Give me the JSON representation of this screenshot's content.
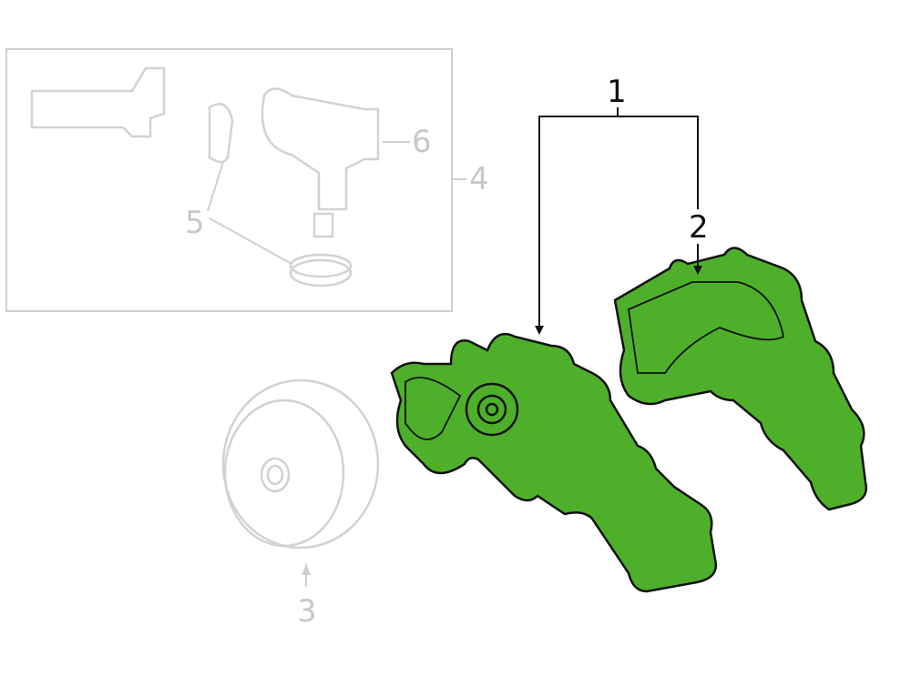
{
  "colors": {
    "highlight": "#4eb02a",
    "outline": "#111111",
    "ghost": "#cfcfcf"
  },
  "callouts": [
    {
      "id": "1",
      "label": "1",
      "part": "water-pump-assembly",
      "highlighted": true
    },
    {
      "id": "2",
      "label": "2",
      "part": "water-pump-gasket",
      "highlighted": true
    },
    {
      "id": "3",
      "label": "3",
      "part": "pulley",
      "highlighted": false
    },
    {
      "id": "4",
      "label": "4",
      "part": "thermostat-housing-group",
      "highlighted": false
    },
    {
      "id": "5",
      "label": "5",
      "part": "seal",
      "highlighted": false
    },
    {
      "id": "6",
      "label": "6",
      "part": "thermostat-housing",
      "highlighted": false
    }
  ]
}
